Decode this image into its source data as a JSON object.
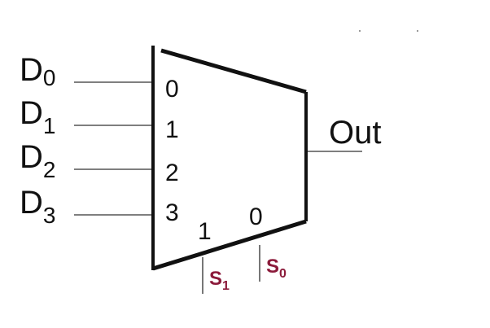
{
  "inputs": [
    {
      "letter": "D",
      "sub": "0",
      "port": "0"
    },
    {
      "letter": "D",
      "sub": "1",
      "port": "1"
    },
    {
      "letter": "D",
      "sub": "2",
      "port": "2"
    },
    {
      "letter": "D",
      "sub": "3",
      "port": "3"
    }
  ],
  "output": {
    "label": "Out"
  },
  "select_ports": {
    "high": "1",
    "low": "0"
  },
  "select_lines": [
    {
      "letter": "S",
      "sub": "1"
    },
    {
      "letter": "S",
      "sub": "0"
    }
  ],
  "colors": {
    "body_stroke": "#111111",
    "wire": "#555555",
    "select_label": "#8b1a3a"
  }
}
